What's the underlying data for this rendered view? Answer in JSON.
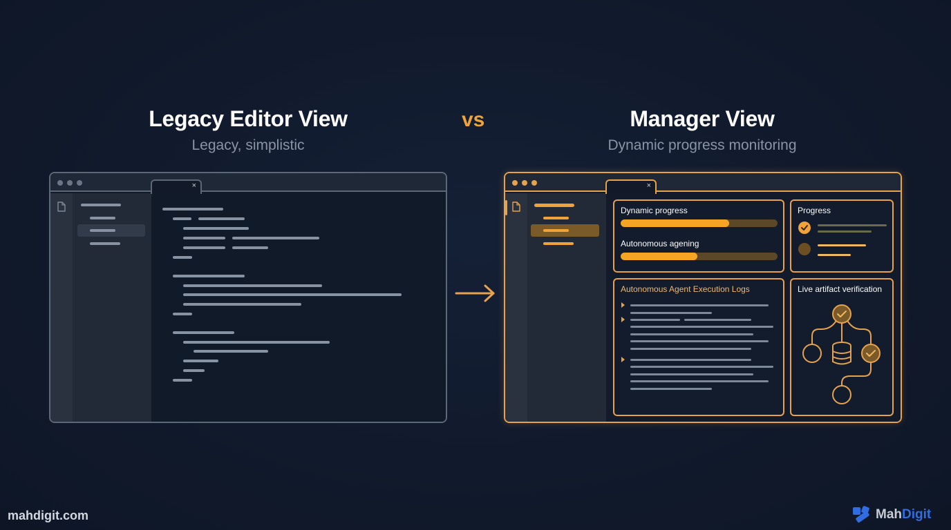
{
  "left_panel": {
    "title": "Legacy Editor View",
    "subtitle": "Legacy, simplistic",
    "window": {
      "tab_close_glyph": "×",
      "icon": "file-icon",
      "border_color": "#5c6878"
    }
  },
  "separator": {
    "label": "vs",
    "color": "#f0a33a",
    "arrow_icon": "arrow-right-icon"
  },
  "right_panel": {
    "title": "Manager View",
    "subtitle": "Dynamic progress monitoring",
    "window": {
      "tab_close_glyph": "×",
      "icon": "file-icon",
      "border_color": "#e6a24c"
    },
    "cards": {
      "progress_bars": {
        "items": [
          {
            "label": "Dynamic progress",
            "percent": 69
          },
          {
            "label": "Autonomous agening",
            "percent": 49
          }
        ]
      },
      "progress": {
        "title": "Progress",
        "steps": [
          {
            "status": "done",
            "icon": "check-icon"
          },
          {
            "status": "pending",
            "icon": "circle-icon"
          }
        ]
      },
      "logs": {
        "title": "Autonomous Agent Execution Logs",
        "entry_icon": "play-triangle-icon"
      },
      "verification": {
        "title": "Live artifact verification",
        "nodes": [
          "check-node",
          "empty-node",
          "database-node",
          "check-node",
          "empty-node"
        ]
      }
    }
  },
  "footer": {
    "website": "mahdigit.com",
    "brand_part1": "Mah",
    "brand_part2": "Digit",
    "brand_color": "#2f6de0"
  }
}
